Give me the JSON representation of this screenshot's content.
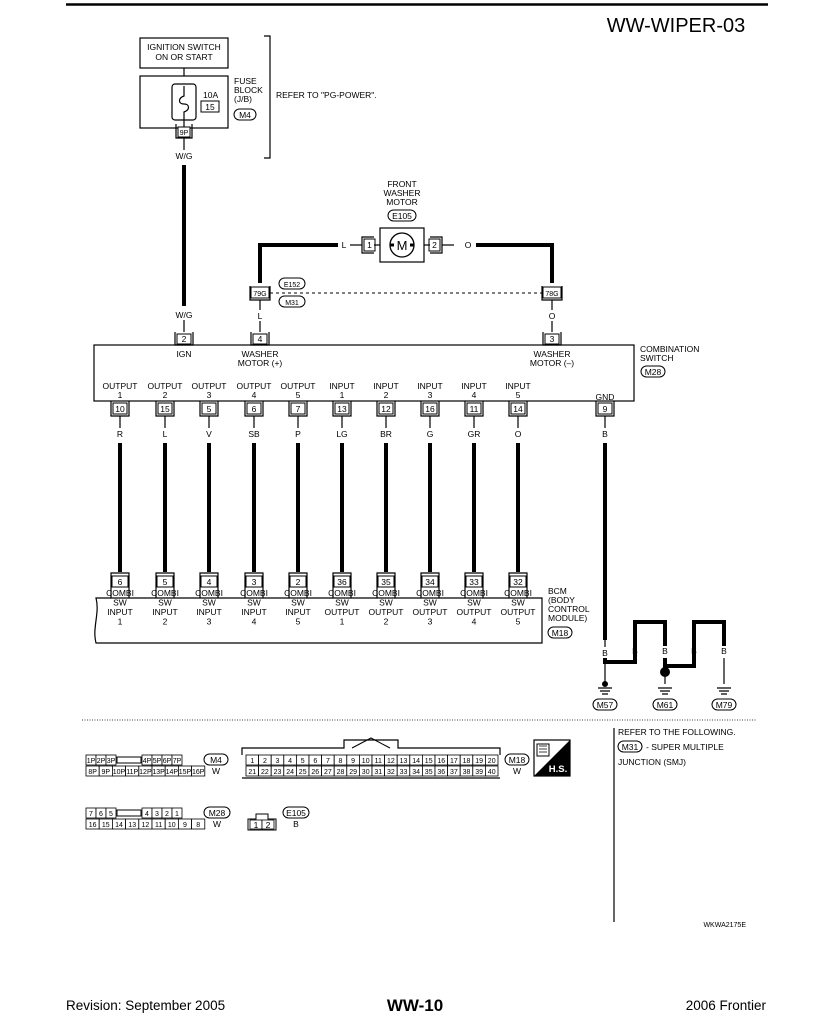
{
  "header": {
    "title": "WW-WIPER-03"
  },
  "power": {
    "ignition": [
      "IGNITION SWITCH",
      "ON OR START"
    ],
    "fuse_amp": "10A",
    "fuse_num": "15",
    "fuse_block": [
      "FUSE",
      "BLOCK",
      "(J/B)"
    ],
    "fuse_conn": "M4",
    "refer": "REFER TO \"PG-POWER\".",
    "pin": "9P",
    "wire": "W/G"
  },
  "washer": {
    "label": [
      "FRONT",
      "WASHER",
      "MOTOR"
    ],
    "conn": "E105",
    "motor_symbol": "M",
    "pin1": "1",
    "pin2": "2",
    "wire_left": "L",
    "wire_right": "O",
    "jc_left": "79G",
    "jc_right": "78G",
    "jc_conn_top": "E152",
    "jc_conn_bottom": "M31"
  },
  "combination_switch": {
    "label": [
      "COMBINATION",
      "SWITCH"
    ],
    "conn": "M28",
    "top_pins": [
      {
        "pin": "2",
        "wire": "W/G",
        "label": [
          "IGN"
        ]
      },
      {
        "pin": "4",
        "wire": "L",
        "label": [
          "WASHER",
          "MOTOR (+)"
        ]
      },
      {
        "pin": "3",
        "wire": "O",
        "label": [
          "WASHER",
          "MOTOR (–)"
        ]
      }
    ],
    "bottom_pins": [
      {
        "label": [
          "OUTPUT",
          "1"
        ],
        "pin": "10",
        "wire": "R"
      },
      {
        "label": [
          "OUTPUT",
          "2"
        ],
        "pin": "15",
        "wire": "L"
      },
      {
        "label": [
          "OUTPUT",
          "3"
        ],
        "pin": "5",
        "wire": "V"
      },
      {
        "label": [
          "OUTPUT",
          "4"
        ],
        "pin": "6",
        "wire": "SB"
      },
      {
        "label": [
          "OUTPUT",
          "5"
        ],
        "pin": "7",
        "wire": "P"
      },
      {
        "label": [
          "INPUT",
          "1"
        ],
        "pin": "13",
        "wire": "LG"
      },
      {
        "label": [
          "INPUT",
          "2"
        ],
        "pin": "12",
        "wire": "BR"
      },
      {
        "label": [
          "INPUT",
          "3"
        ],
        "pin": "16",
        "wire": "G"
      },
      {
        "label": [
          "INPUT",
          "4"
        ],
        "pin": "11",
        "wire": "GR"
      },
      {
        "label": [
          "INPUT",
          "5"
        ],
        "pin": "14",
        "wire": "O"
      }
    ],
    "gnd": {
      "label": "GND",
      "pin": "9",
      "wire": "B"
    }
  },
  "bcm": {
    "label": [
      "BCM",
      "(BODY",
      "CONTROL",
      "MODULE)"
    ],
    "conn": "M18",
    "pins": [
      {
        "pin": "6",
        "label": [
          "COMBI",
          "SW",
          "INPUT",
          "1"
        ]
      },
      {
        "pin": "5",
        "label": [
          "COMBI",
          "SW",
          "INPUT",
          "2"
        ]
      },
      {
        "pin": "4",
        "label": [
          "COMBI",
          "SW",
          "INPUT",
          "3"
        ]
      },
      {
        "pin": "3",
        "label": [
          "COMBI",
          "SW",
          "INPUT",
          "4"
        ]
      },
      {
        "pin": "2",
        "label": [
          "COMBI",
          "SW",
          "INPUT",
          "5"
        ]
      },
      {
        "pin": "36",
        "label": [
          "COMBI",
          "SW",
          "OUTPUT",
          "1"
        ]
      },
      {
        "pin": "35",
        "label": [
          "COMBI",
          "SW",
          "OUTPUT",
          "2"
        ]
      },
      {
        "pin": "34",
        "label": [
          "COMBI",
          "SW",
          "OUTPUT",
          "3"
        ]
      },
      {
        "pin": "33",
        "label": [
          "COMBI",
          "SW",
          "OUTPUT",
          "4"
        ]
      },
      {
        "pin": "32",
        "label": [
          "COMBI",
          "SW",
          "OUTPUT",
          "5"
        ]
      }
    ]
  },
  "grounds": {
    "wire": "B",
    "points": [
      "M57",
      "M61",
      "M79"
    ]
  },
  "refer_note": {
    "title": "REFER TO THE FOLLOWING.",
    "conn": "M31",
    "text": [
      "- SUPER MULTIPLE",
      "JUNCTION (SMJ)"
    ]
  },
  "connectors": {
    "m4": {
      "id": "M4",
      "color": "W",
      "row1": [
        "1P",
        "2P",
        "3P",
        "",
        "4P",
        "5P",
        "6P",
        "7P"
      ],
      "row2": [
        "8P",
        "9P",
        "10P",
        "11P",
        "12P",
        "13P",
        "14P",
        "15P",
        "16P"
      ]
    },
    "m18": {
      "id": "M18",
      "color": "W",
      "row1": [
        "1",
        "2",
        "3",
        "4",
        "5",
        "6",
        "7",
        "8",
        "9",
        "10",
        "11",
        "12",
        "13",
        "14",
        "15",
        "16",
        "17",
        "18",
        "19",
        "20"
      ],
      "row2": [
        "21",
        "22",
        "23",
        "24",
        "25",
        "26",
        "27",
        "28",
        "29",
        "30",
        "31",
        "32",
        "33",
        "34",
        "35",
        "36",
        "37",
        "38",
        "39",
        "40"
      ]
    },
    "m28": {
      "id": "M28",
      "color": "W",
      "row1": [
        "7",
        "6",
        "5",
        "",
        "4",
        "3",
        "2",
        "1"
      ],
      "row2": [
        "16",
        "15",
        "14",
        "13",
        "12",
        "11",
        "10",
        "9",
        "8"
      ]
    },
    "e105": {
      "id": "E105",
      "color": "B",
      "pins": [
        "1",
        "2"
      ]
    },
    "hs_badge": "H.S."
  },
  "diagram_code": "WKWA2175E",
  "footer": {
    "revision": "Revision: September 2005",
    "page": "WW-10",
    "model": "2006 Frontier"
  }
}
